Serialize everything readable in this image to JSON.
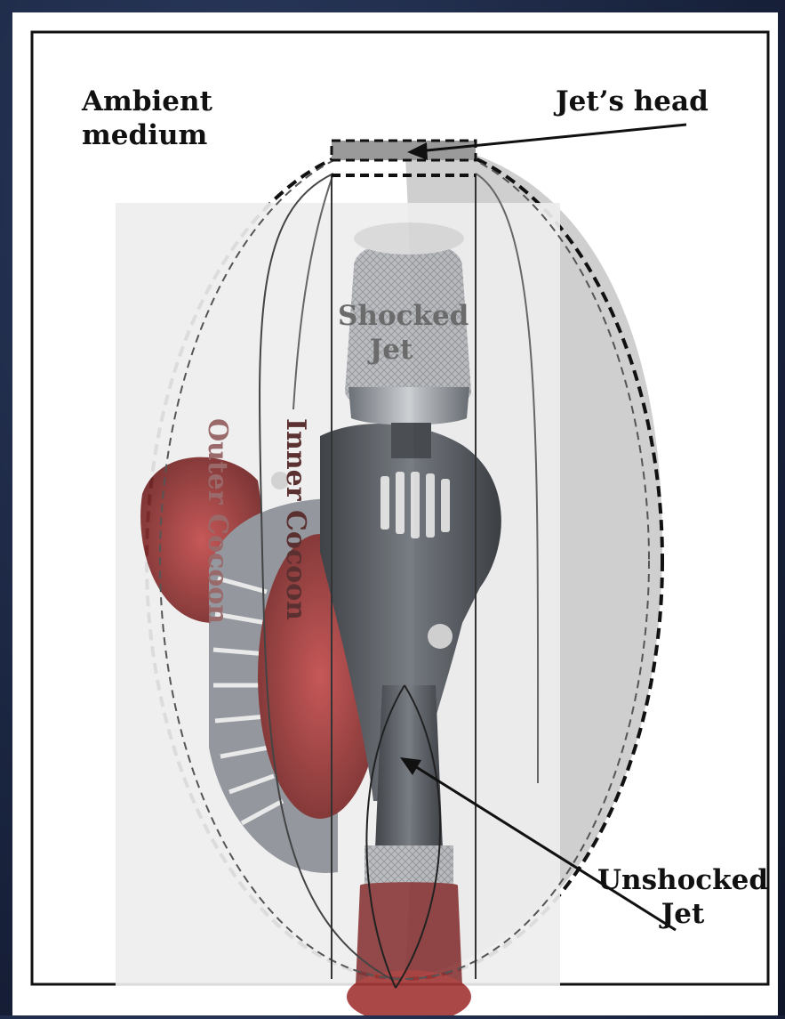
{
  "diagram": {
    "labels": {
      "ambient_line1": "Ambient",
      "ambient_line2": "medium",
      "jets_head": "Jet’s head",
      "shocked_line1": "Shocked",
      "shocked_line2": "Jet",
      "outer_cocoon": "Outer Cocoon",
      "inner_cocoon": "Inner Cocoon",
      "unshocked_line1": "Unshocked",
      "unshocked_line2": "Jet"
    },
    "colors": {
      "background": "#1a2540",
      "panel": "#ffffff",
      "outline": "#111111",
      "cocoon_fill": "#d8d8d8",
      "jet_head_fill": "#9a9a9a",
      "overlay_metal": "#8a8f96",
      "overlay_red": "#a83a3a"
    }
  }
}
